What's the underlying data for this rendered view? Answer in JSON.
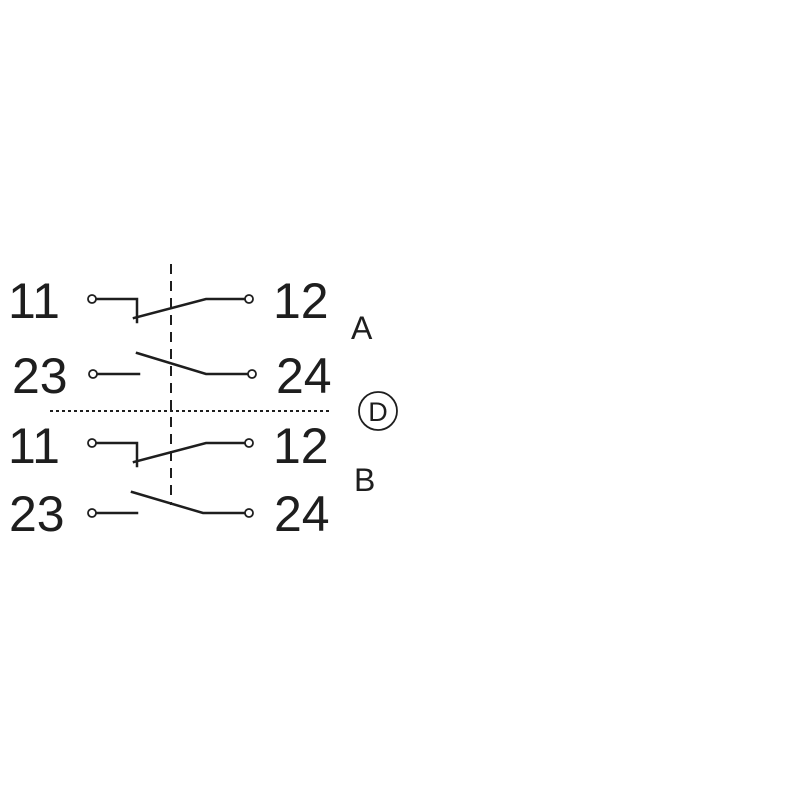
{
  "colors": {
    "ink": "#1e1e1e",
    "background": "#ffffff"
  },
  "blocks": [
    {
      "label": "A",
      "nc_contact": {
        "left": "11",
        "right": "12"
      },
      "no_contact": {
        "left": "23",
        "right": "24"
      }
    },
    {
      "label": "B",
      "nc_contact": {
        "left": "11",
        "right": "12"
      },
      "no_contact": {
        "left": "23",
        "right": "24"
      }
    }
  ],
  "marker": "D"
}
